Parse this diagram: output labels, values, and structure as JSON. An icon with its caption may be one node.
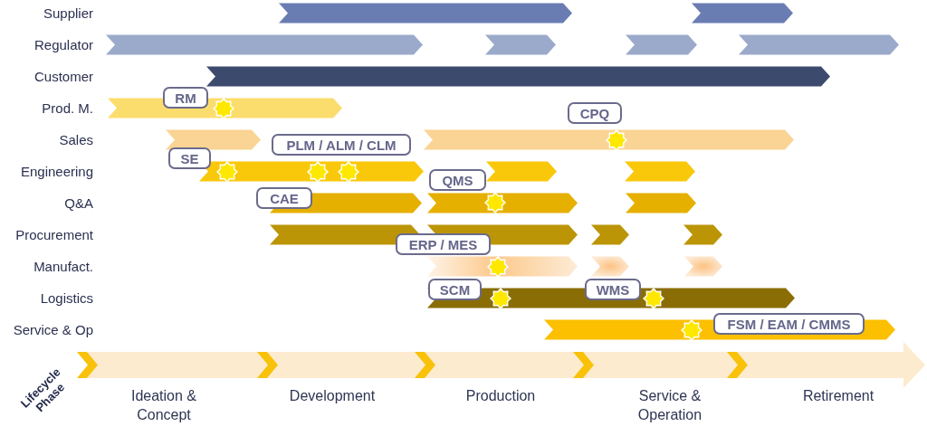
{
  "diagram": {
    "nodes": [
      {
        "text": [],
        "shape": "bar"
      },
      {
        "text": [],
        "shape": "bar"
      },
      {
        "text": [],
        "shape": "bar"
      },
      {
        "text": [],
        "shape": "bar"
      },
      {
        "text": [],
        "shape": "bar"
      },
      {
        "text": [],
        "shape": "bar"
      },
      {
        "text": [],
        "shape": "bar"
      },
      {
        "text": [
          "RM"
        ]
      },
      {
        "text": [],
        "shape": "bar"
      },
      {
        "text": [
          "CPQ"
        ]
      },
      {
        "text": [],
        "shape": "bar"
      },
      {
        "text": [],
        "shape": "bar"
      },
      {
        "text": [
          "PLM / ALM / CLM"
        ]
      },
      {
        "text": [
          "SE"
        ]
      },
      {
        "text": [],
        "shape": "bar"
      },
      {
        "text": [],
        "shape": "bar"
      },
      {
        "text": [],
        "shape": "bar"
      },
      {
        "text": [
          "QMS"
        ]
      },
      {
        "text": [
          "CAE"
        ]
      },
      {
        "text": [],
        "shape": "bar"
      },
      {
        "text": [],
        "shape": "bar"
      },
      {
        "text": [],
        "shape": "bar"
      },
      {
        "text": [],
        "shape": "bar"
      },
      {
        "text": [],
        "shape": "bar"
      },
      {
        "text": [],
        "shape": "bar"
      },
      {
        "text": [],
        "shape": "bar"
      },
      {
        "text": [
          "ERP / MES"
        ]
      },
      {
        "text": [],
        "shape": "bar"
      },
      {
        "text": [],
        "shape": "bar"
      },
      {
        "text": [],
        "shape": "bar"
      },
      {
        "text": [
          "SCM"
        ]
      },
      {
        "text": [
          "WMS"
        ]
      },
      {
        "text": [],
        "shape": "bar"
      },
      {
        "text": [
          "FSM / EAM / CMMS"
        ]
      },
      {
        "text": [],
        "shape": "bar"
      }
    ],
    "labels": [
      "Supplier",
      "Regulator",
      "Customer",
      "Prod. M.",
      "Sales",
      "Engineering",
      "Q&A",
      "Procurement",
      "Manufact.",
      "Logistics",
      "Service & Op",
      "Lifecycle Phase",
      "Ideation & Concept",
      "Development",
      "Production",
      "Service & Operation",
      "Retirement"
    ]
  }
}
